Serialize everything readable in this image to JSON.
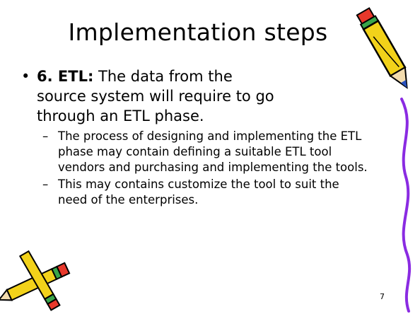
{
  "slide": {
    "title": "Implementation steps",
    "bullet": {
      "marker": "•",
      "lead": "6. ETL:",
      "text": " The data from the source system will require to go through an ETL phase."
    },
    "sub_bullets": [
      {
        "marker": "–",
        "text": "The process of designing and implementing the ETL phase may contain defining a suitable ETL tool vendors and purchasing and implementing the tools."
      },
      {
        "marker": "–",
        "text": "This may contains customize the tool to suit the need of the enterprises."
      }
    ],
    "page_number": "7"
  },
  "decorations": {
    "pencil_top_right": "pencil-icon",
    "pencils_bottom_left": "crossed-pencils-icon",
    "curl_right": "purple-squiggle",
    "colors": {
      "pencil_yellow": "#f2d21a",
      "pencil_outline": "#000000",
      "squiggle": "#8a2be2",
      "eraser_red": "#e8382b",
      "band_green": "#3aa64a",
      "lead_blue": "#2a52be"
    }
  }
}
